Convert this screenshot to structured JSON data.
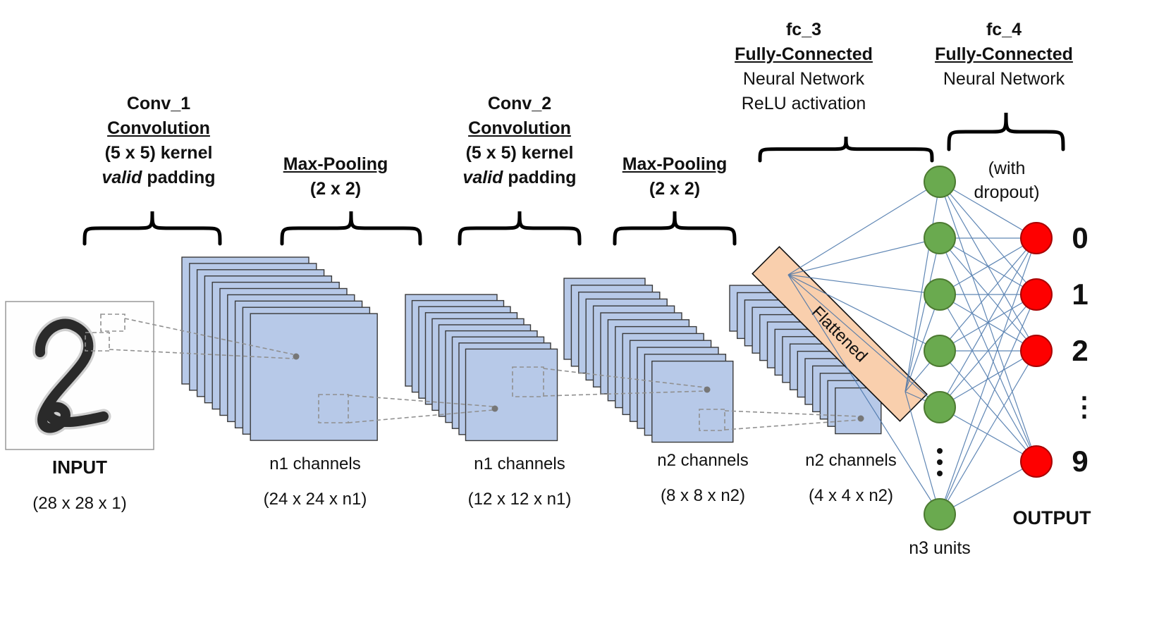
{
  "colors": {
    "feature_map_fill": "#b7c9e8",
    "feature_map_border": "#3a3a3a",
    "green_node": "#6aaa4f",
    "green_node_border": "#4c7a31",
    "red_node": "#fe0000",
    "red_node_border": "#a80000",
    "flatten_fill": "#f9cfad",
    "flatten_border": "#111111",
    "connection_line": "#4472a8",
    "dashed_line": "#909090"
  },
  "input": {
    "label": "INPUT",
    "dims": "(28 x 28 x 1)"
  },
  "stages": {
    "conv1": {
      "name": "Conv_1",
      "type": "Convolution",
      "kernel": "(5 x 5) kernel",
      "padding_italic": "valid",
      "padding_rest": " padding"
    },
    "pool1": {
      "name": "Max-Pooling",
      "size": "(2 x 2)"
    },
    "conv2": {
      "name": "Conv_2",
      "type": "Convolution",
      "kernel": "(5 x 5) kernel",
      "padding_italic": "valid",
      "padding_rest": " padding"
    },
    "pool2": {
      "name": "Max-Pooling",
      "size": "(2 x 2)"
    },
    "fc3": {
      "name": "fc_3",
      "type": "Fully-Connected",
      "line3": "Neural Network",
      "line4": "ReLU activation"
    },
    "fc4": {
      "name": "fc_4",
      "type": "Fully-Connected",
      "line3": "Neural Network",
      "note_line1": "(with",
      "note_line2": "dropout)"
    }
  },
  "feature_maps": [
    {
      "id": "conv1-output",
      "channels_label": "n1 channels",
      "dims_label": "(24 x 24 x n1)",
      "num_layers_drawn": 10
    },
    {
      "id": "pool1-output",
      "channels_label": "n1 channels",
      "dims_label": "(12 x 12 x n1)",
      "num_layers_drawn": 10
    },
    {
      "id": "conv2-output",
      "channels_label": "n2 channels",
      "dims_label": "(8 x 8 x n2)",
      "num_layers_drawn": 13
    },
    {
      "id": "pool2-output",
      "channels_label": "n2 channels",
      "dims_label": "(4 x 4 x n2)",
      "num_layers_drawn": 15
    }
  ],
  "flattened": {
    "label": "Flattened"
  },
  "hidden_layer": {
    "units_label": "n3 units",
    "nodes_drawn": 6
  },
  "output_layer": {
    "label": "OUTPUT",
    "classes": [
      "0",
      "1",
      "2",
      "⋮",
      "9"
    ],
    "nodes_drawn": 4
  }
}
